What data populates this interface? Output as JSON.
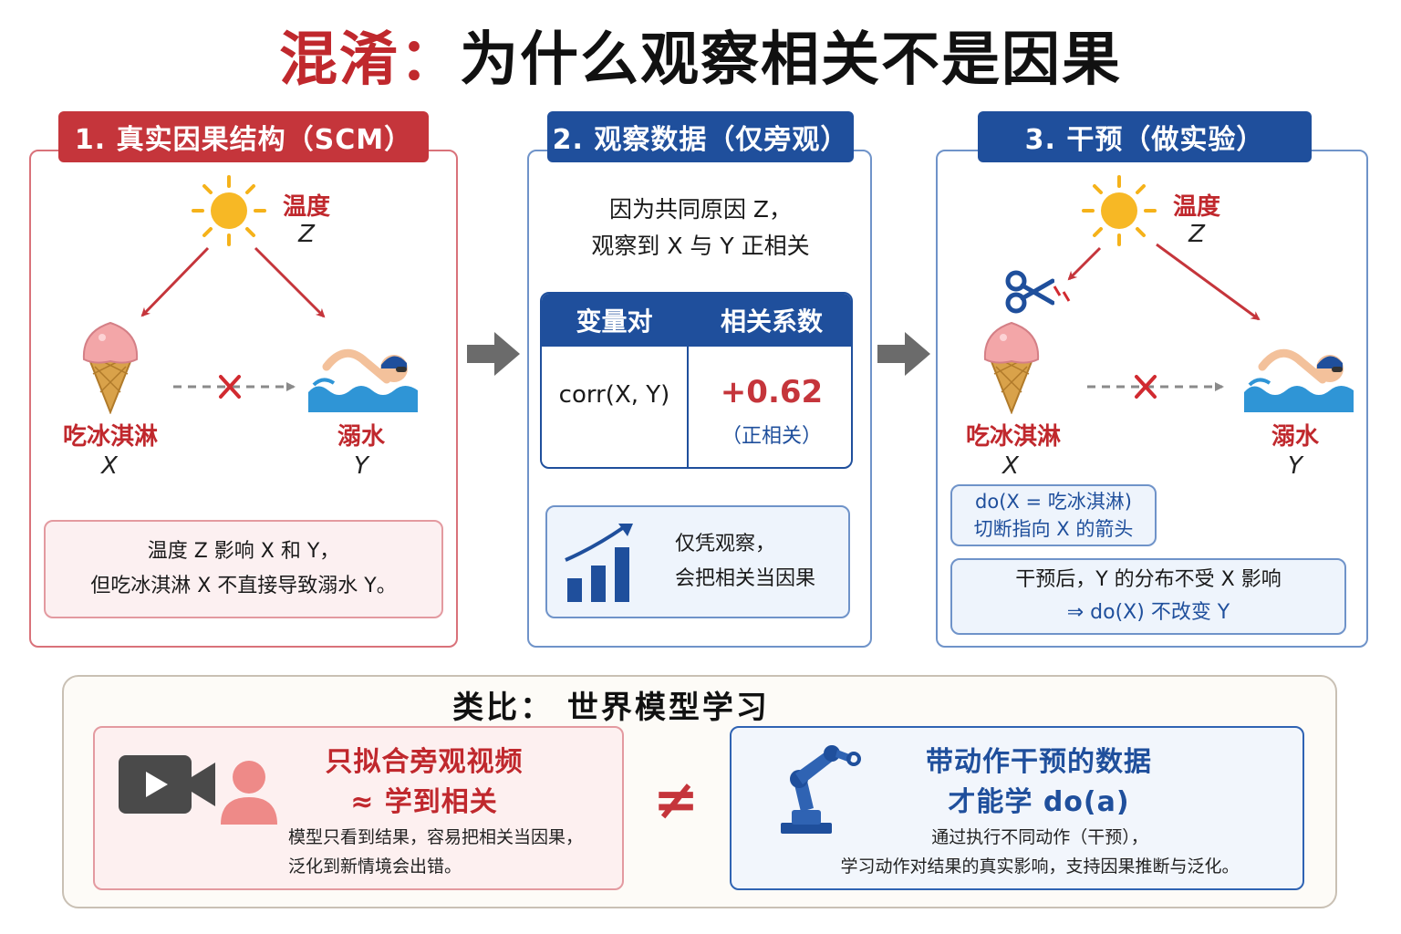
{
  "title": {
    "part1": "混淆：",
    "part2": "为什么观察相关不是因果"
  },
  "panel1": {
    "tab": "1. 真实因果结构（SCM）",
    "sun_label": "温度",
    "sun_var": "Z",
    "left_label": "吃冰淇淋",
    "left_var": "X",
    "right_label": "溺水",
    "right_var": "Y",
    "note_line1": "温度 Z 影响 X 和 Y，",
    "note_line2": "但吃冰淇淋 X 不直接导致溺水 Y。"
  },
  "panel2": {
    "tab": "2. 观察数据（仅旁观）",
    "intro_line1": "因为共同原因 Z，",
    "intro_line2": "观察到 X 与 Y 正相关",
    "table": {
      "col1": "变量对",
      "col2": "相关系数",
      "pair": "corr(X, Y)",
      "value": "+0.62",
      "value_note": "（正相关）"
    },
    "note_line1": "仅凭观察，",
    "note_line2": "会把相关当因果"
  },
  "panel3": {
    "tab": "3. 干预（做实验）",
    "sun_label": "温度",
    "sun_var": "Z",
    "left_label": "吃冰淇淋",
    "left_var": "X",
    "right_label": "溺水",
    "right_var": "Y",
    "do_line1": "do(X = 吃冰淇淋)",
    "do_line2": "切断指向 X 的箭头",
    "note_line1": "干预后，Y 的分布不受 X 影响",
    "note_line2": "⇒ do(X) 不改变 Y"
  },
  "bottom": {
    "title": "类比：  世界模型学习",
    "neq": "≠",
    "left_head1": "只拟合旁观视频",
    "left_head2": "≈ 学到相关",
    "left_text1": "模型只看到结果，容易把相关当因果，",
    "left_text2": "泛化到新情境会出错。",
    "right_head1": "带动作干预的数据",
    "right_head2": "才能学 do(a)",
    "right_text1": "通过执行不同动作（干预），",
    "right_text2": "学习动作对结果的真实影响，支持因果推断与泛化。"
  },
  "icons": [
    "sun-icon",
    "ice-cream-icon",
    "swimmer-icon",
    "scissors-icon",
    "chart-up-icon",
    "video-camera-icon",
    "person-icon",
    "robot-arm-icon"
  ],
  "colors": {
    "red": "#c5353b",
    "blue": "#1f4f9c",
    "sun": "#f5b21a",
    "gray_arrow": "#6b6b6b"
  }
}
